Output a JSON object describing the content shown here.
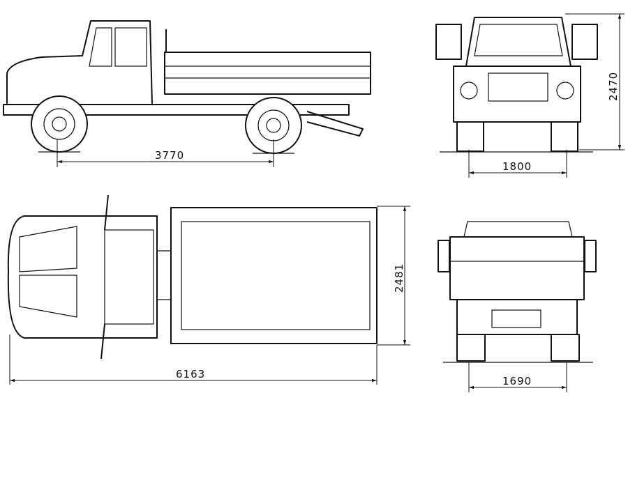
{
  "title": "Truck dimensional drawing",
  "dimensions": {
    "wheelbase": "3770",
    "front_track": "1800",
    "height": "2470",
    "width": "2481",
    "length": "6163",
    "rear_track": "1690"
  },
  "views": [
    "side",
    "front",
    "top",
    "rear"
  ]
}
